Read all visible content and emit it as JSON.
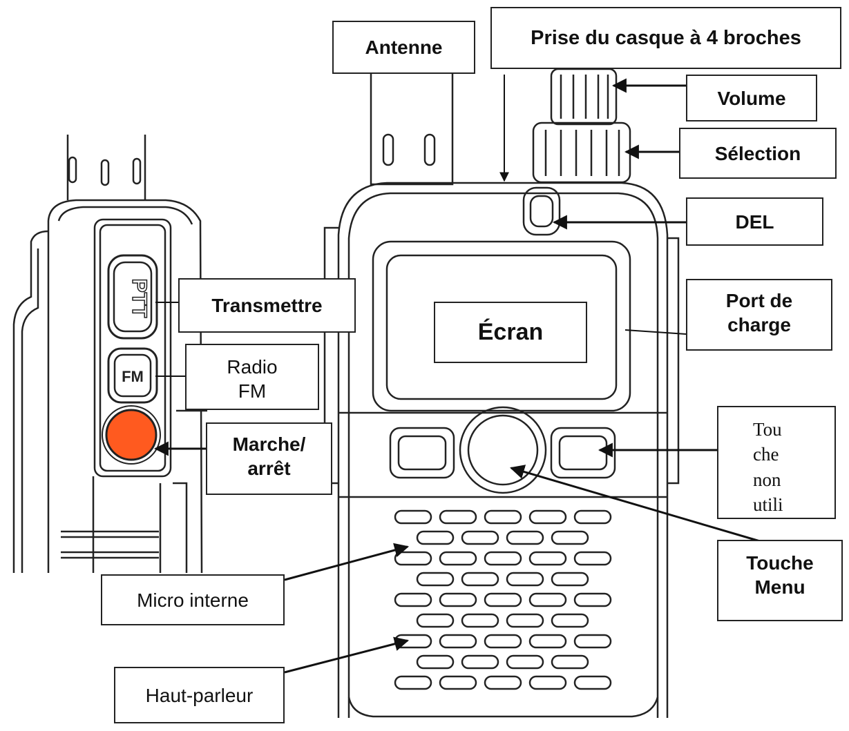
{
  "labels": {
    "antenna": "Antenne",
    "headset_jack": "Prise du casque à 4 broches",
    "volume": "Volume",
    "selection": "Sélection",
    "led": "DEL",
    "charge_port_line1": "Port de",
    "charge_port_line2": "charge",
    "screen": "Écran",
    "transmit": "Transmettre",
    "fm_radio_line1": "Radio",
    "fm_radio_line2": "FM",
    "power_line1": "Marche/",
    "power_line2": "arrêt",
    "unused_key_lines": [
      "Tou",
      "che",
      "non",
      "utili"
    ],
    "menu_key_line1": "Touche",
    "menu_key_line2": "Menu",
    "internal_mic": "Micro interne",
    "speaker": "Haut-parleur"
  },
  "buttons": {
    "ptt": "PTT",
    "fm": "FM"
  },
  "colors": {
    "power_button": "#ff5a1f",
    "line": "#222222"
  }
}
